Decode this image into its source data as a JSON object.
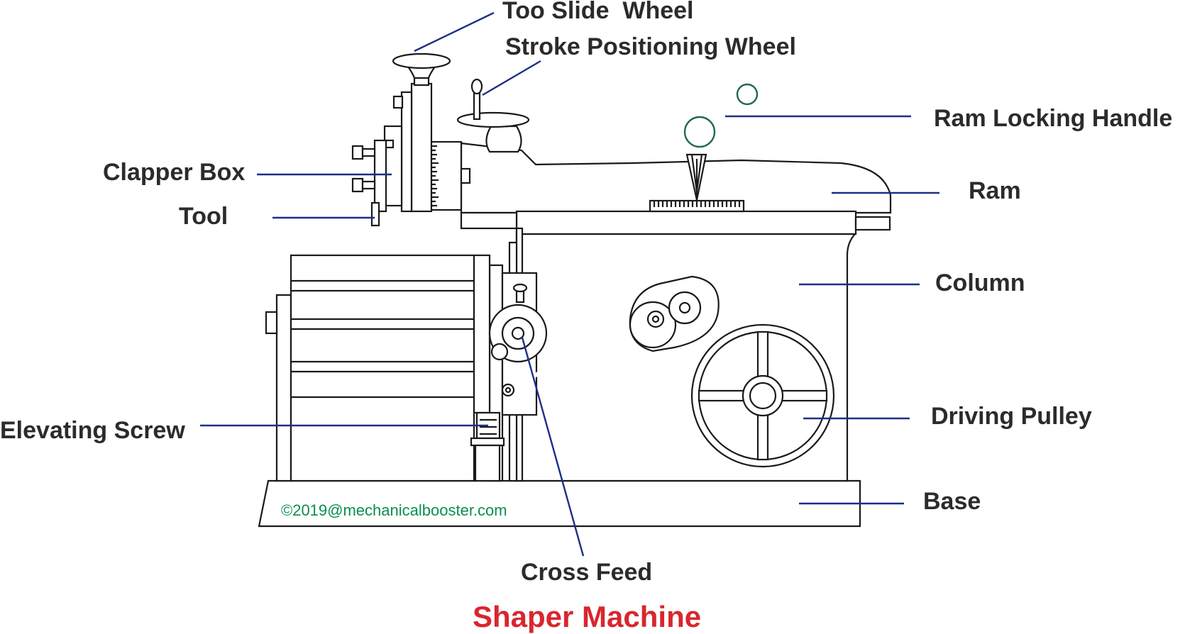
{
  "labels": {
    "tool_slide_wheel": "Too Slide  Wheel",
    "stroke_positioning_wheel": "Stroke Positioning Wheel",
    "ram_locking_handle": "Ram Locking Handle",
    "clapper_box": "Clapper Box",
    "tool": "Tool",
    "ram": "Ram",
    "column": "Column",
    "elevating_screw": "Elevating Screw",
    "driving_pulley": "Driving Pulley",
    "base": "Base",
    "cross_feed": "Cross Feed"
  },
  "title": "Shaper Machine",
  "copyright": "©2019@mechanicalbooster.com",
  "colors": {
    "leader_lines": "#1c2f86",
    "title": "#d9262e",
    "copyright": "#0a8f4f",
    "handle_ball_outline": "#1f6b4a"
  }
}
